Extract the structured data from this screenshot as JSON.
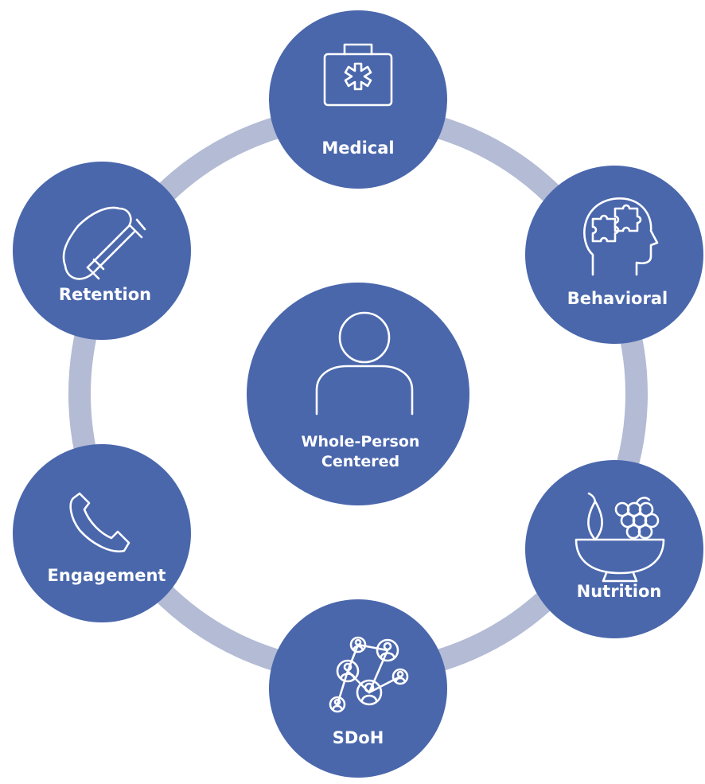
{
  "colors": {
    "circle": "#4A67AC",
    "ring": "#B3BBD5",
    "icon": "#FFFFFF",
    "text": "#FFFFFF",
    "background": "#FFFFFF"
  },
  "center": {
    "label_line1": "Whole-Person",
    "label_line2": "Centered",
    "icon": "person-icon"
  },
  "nodes": [
    {
      "label": "Medical",
      "icon": "medical-kit-icon"
    },
    {
      "label": "Behavioral",
      "icon": "head-puzzle-icon"
    },
    {
      "label": "Nutrition",
      "icon": "fruit-bowl-icon"
    },
    {
      "label": "SDoH",
      "icon": "network-icon"
    },
    {
      "label": "Engagement",
      "icon": "phone-icon"
    },
    {
      "label": "Retention",
      "icon": "magnet-icon"
    }
  ]
}
